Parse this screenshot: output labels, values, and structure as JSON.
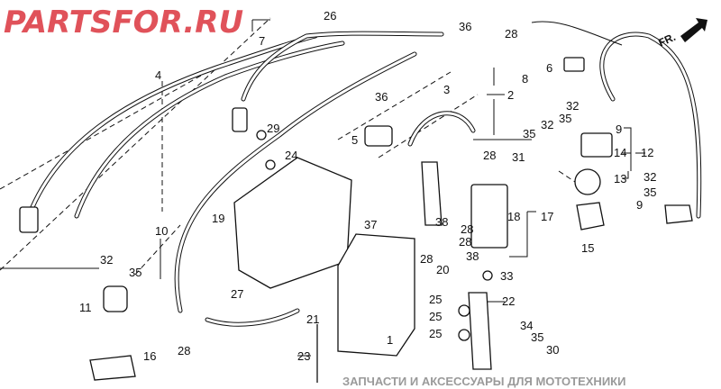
{
  "diagram": {
    "direction_label": "FR.",
    "callouts": [
      "26",
      "7",
      "4",
      "36",
      "28",
      "6",
      "8",
      "3",
      "2",
      "36",
      "32",
      "35",
      "32",
      "9",
      "35",
      "5",
      "29",
      "12",
      "14",
      "24",
      "28",
      "31",
      "13",
      "32",
      "35",
      "19",
      "18",
      "17",
      "9",
      "37",
      "38",
      "28",
      "10",
      "28",
      "38",
      "28",
      "15",
      "32",
      "35",
      "20",
      "33",
      "27",
      "22",
      "25",
      "11",
      "21",
      "25",
      "34",
      "1",
      "25",
      "35",
      "30",
      "16",
      "28",
      "23"
    ]
  },
  "watermark": {
    "tagline": "ЗАПЧАСТИ И АКСЕССУАРЫ ДЛЯ МОТОТЕХНИКИ",
    "brand": "PARTSFOR.RU"
  },
  "colors": {
    "brand": "#e0525a",
    "tagline": "#9a9a9a"
  }
}
